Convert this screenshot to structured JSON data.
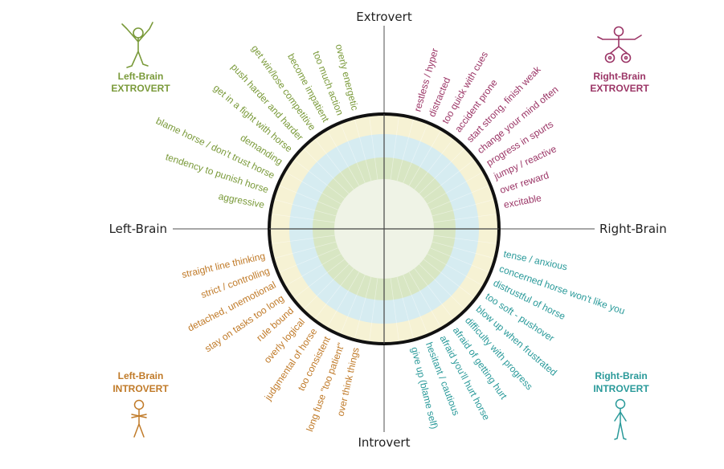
{
  "axes": {
    "top": "Extrovert",
    "bottom": "Introvert",
    "left": "Left-Brain",
    "right": "Right-Brain"
  },
  "quadrants": {
    "lbe": {
      "title_line1": "Left-Brain",
      "title_line2": "EXTROVERT",
      "color": "#7a9a3a",
      "icon": "arms-up-person-icon",
      "traits": [
        "overly energetic",
        "too much action",
        "become impatient",
        "get win/lose competitive",
        "push harder and harder",
        "get in a fight with horse",
        "demanding",
        "blame horse / don't trust horse",
        "tendency to punish horse",
        "aggressive"
      ]
    },
    "rbe": {
      "title_line1": "Right-Brain",
      "title_line2": "EXTROVERT",
      "color": "#9b3566",
      "icon": "unicycle-balancing-person-icon",
      "traits": [
        "restless / hyper",
        "distracted",
        "too quick with cues",
        "accident prone",
        "start strong, finish weak",
        "change your mind often",
        "progress in spurts",
        "jumpy / reactive",
        "over reward",
        "excitable"
      ]
    },
    "lbi": {
      "title_line1": "Left-Brain",
      "title_line2": "INTROVERT",
      "color": "#c07a28",
      "icon": "arms-crossed-person-icon",
      "traits": [
        "straight line thinking",
        "strict / controlling",
        "detached, unemotional",
        "stay on tasks too long",
        "rule bound",
        "overly logical",
        "judgmental of horse",
        "too consistent",
        "long fuse \"too patient\"",
        "over think things"
      ]
    },
    "rbi": {
      "title_line1": "Right-Brain",
      "title_line2": "INTROVERT",
      "color": "#2a9a9a",
      "icon": "timid-person-icon",
      "traits": [
        "tense / anxious",
        "concerned horse won't like you",
        "distrustful of horse",
        "too soft - pushover",
        "blow up when frustrated",
        "difficulty with progress",
        "afraid of getting hurt",
        "afraid you'll hurt horse",
        "hesitant / cautious",
        "give up (blame self)"
      ]
    }
  },
  "rings": {
    "outer": "#f6f2d4",
    "second": "#d6ecf1",
    "third": "#d8e6c3",
    "center": "#eff3e6",
    "border": "#111111",
    "axis": "#888888"
  }
}
